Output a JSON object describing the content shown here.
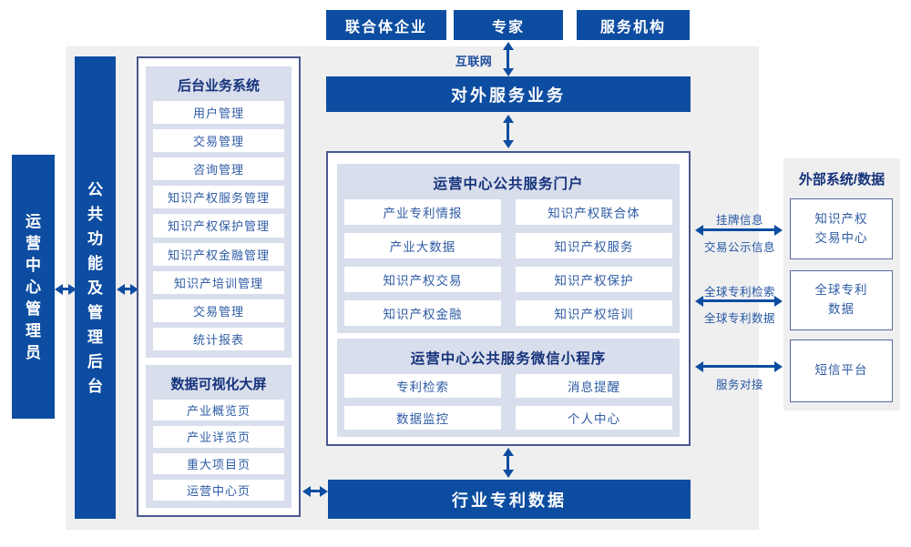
{
  "colors": {
    "primary_blue": "#0d4da1",
    "panel_lavender": "#d9deed",
    "canvas_gray": "#efeff0",
    "container_border": "#4a5890",
    "heading_text": "#15327b",
    "item_text": "#2f5ca6"
  },
  "top_actors": {
    "consortium": "联合体企业",
    "expert": "专家",
    "agency": "服务机构"
  },
  "internet_label": "互联网",
  "external_service_bar": "对外服务业务",
  "industry_data_bar": "行业专利数据",
  "rails": {
    "admin": "运营中心管理员",
    "backend": "公共功能及管理后台"
  },
  "backend_system": {
    "title": "后台业务系统",
    "items": [
      "用户管理",
      "交易管理",
      "咨询管理",
      "知识产权服务管理",
      "知识产权保护管理",
      "知识产权金融管理",
      "知识产培训管理",
      "交易管理",
      "统计报表"
    ]
  },
  "dashboard": {
    "title": "数据可视化大屏",
    "items": [
      "产业概览页",
      "产业详览页",
      "重大项目页",
      "运营中心页"
    ]
  },
  "portal": {
    "title": "运营中心公共服务门户",
    "items": [
      "产业专利情报",
      "知识产权联合体",
      "产业大数据",
      "知识产权服务",
      "知识产权交易",
      "知识产权保护",
      "知识产权金融",
      "知识产权培训"
    ]
  },
  "miniprogram": {
    "title": "运营中心公共服务微信小程序",
    "items": [
      "专利检索",
      "消息提醒",
      "数据监控",
      "个人中心"
    ]
  },
  "external_panel": {
    "title": "外部系统/数据",
    "boxes": [
      "知识产权\n交易中心",
      "全球专利\n数据",
      "短信平台"
    ]
  },
  "link_labels": {
    "trade_top": "挂牌信息",
    "trade_bottom": "交易公示信息",
    "patent_top": "全球专利检索",
    "patent_bottom": "全球专利数据",
    "sms_bottom": "服务对接"
  }
}
